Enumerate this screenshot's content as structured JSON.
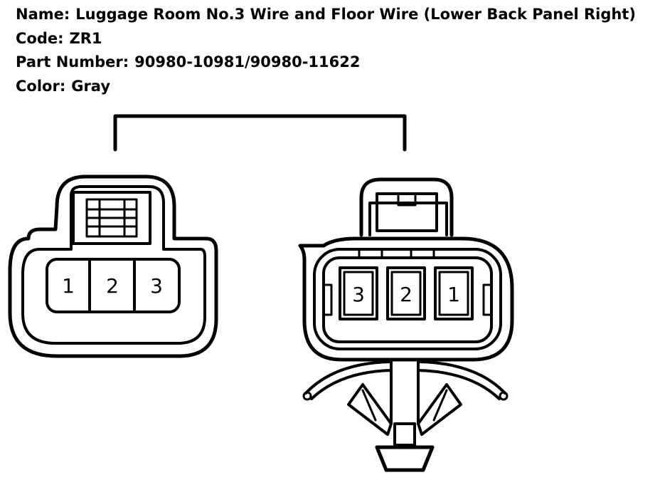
{
  "info": {
    "name_label": "Name:",
    "name_value": "Luggage Room No.3 Wire and Floor Wire (Lower Back Panel Right)",
    "code_label": "Code:",
    "code_value": "ZR1",
    "part_label": "Part Number:",
    "part_value": "90980-10981/90980-11622",
    "color_label": "Color:",
    "color_value": "Gray"
  },
  "connectors": {
    "left_pins": [
      "1",
      "2",
      "3"
    ],
    "right_pins": [
      "3",
      "2",
      "1"
    ]
  }
}
